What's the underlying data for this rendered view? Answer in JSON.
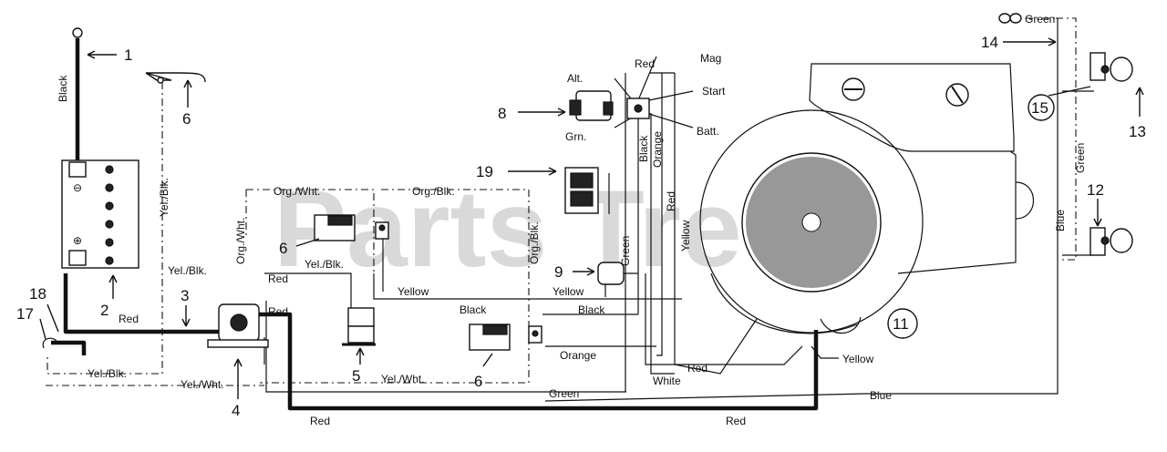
{
  "watermark": "Parts Tree",
  "callouts": [
    "1",
    "2",
    "3",
    "4",
    "5",
    "6",
    "6",
    "6",
    "8",
    "9",
    "11",
    "12",
    "13",
    "14",
    "15",
    "17",
    "18",
    "19"
  ],
  "wire_labels": {
    "black_top": "Black",
    "yel_blk_left_vertical": "Yel./Blk.",
    "red_battery": "Red",
    "yel_blk_bottom_left": "Yel./Blk.",
    "yel_wht_bottom": "Yel./Wht.",
    "org_wht_top": "Org./Wht.",
    "org_wht_vertical": "Org./Wht.",
    "yel_blk_mid": "Yel./Blk.",
    "yel_blk_mid2": "Yel./Blk.",
    "red_solenoid_top": "Red",
    "red_solenoid_right": "Red",
    "org_blk_top": "Org./Blk.",
    "org_blk_vertical": "Org./Blk.",
    "yellow_mid": "Yellow",
    "yellow_mid2": "Yellow",
    "black_mid": "Black",
    "black_mid2": "Black",
    "orange_low": "Orange",
    "yel_wht_low": "Yel./Wht.",
    "green_low": "Green",
    "white_low": "White",
    "red_low": "Red",
    "red_bottom_left": "Red",
    "red_bottom_right": "Red",
    "yellow_engine": "Yellow",
    "blue_engine": "Blue",
    "red_switch_top": "Red",
    "black_switch_vertical": "Black",
    "orange_switch_vertical": "Orange",
    "red_switch_vertical": "Red",
    "yellow_switch_vertical": "Yellow",
    "green_switch_vertical": "Green",
    "green_right_top": "Green",
    "green_right_vertical": "Green",
    "blue_right_vertical": "Blue"
  },
  "switch_labels": {
    "alt": "Alt.",
    "grn": "Grn.",
    "mag": "Mag",
    "start": "Start",
    "batt": "Batt."
  }
}
